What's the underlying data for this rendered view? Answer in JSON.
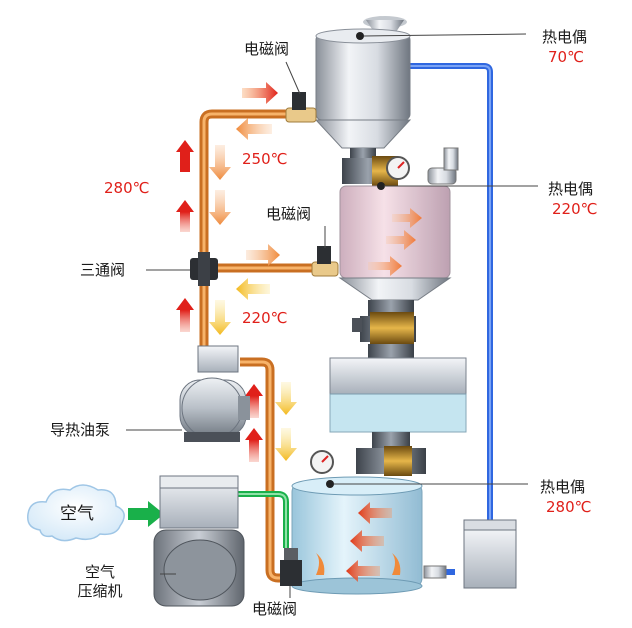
{
  "labels": {
    "solenoid_valve_top": "电磁阀",
    "solenoid_valve_mid": "电磁阀",
    "solenoid_valve_bottom": "电磁阀",
    "three_way_valve": "三通阀",
    "oil_pump": "导热油泵",
    "air": "空气",
    "air_compressor_line1": "空气",
    "air_compressor_line2": "压缩机",
    "thermocouple_top": "热电偶",
    "thermocouple_mid": "热电偶",
    "thermocouple_bottom": "热电偶"
  },
  "temperatures": {
    "thermo_top": "70℃",
    "thermo_mid": "220℃",
    "thermo_bottom": "280℃",
    "pipe_left": "280℃",
    "pipe_upper": "250℃",
    "pipe_lower": "220℃"
  },
  "colors": {
    "hot_arrow": "#e0201a",
    "warm_arrow": "#f08a3a",
    "cool_arrow": "#f3c21e",
    "oil_pipe": "#e8933f",
    "air_pipe": "#19b04a",
    "return_pipe": "#2f67e0",
    "temp_text": "#e0201a"
  }
}
